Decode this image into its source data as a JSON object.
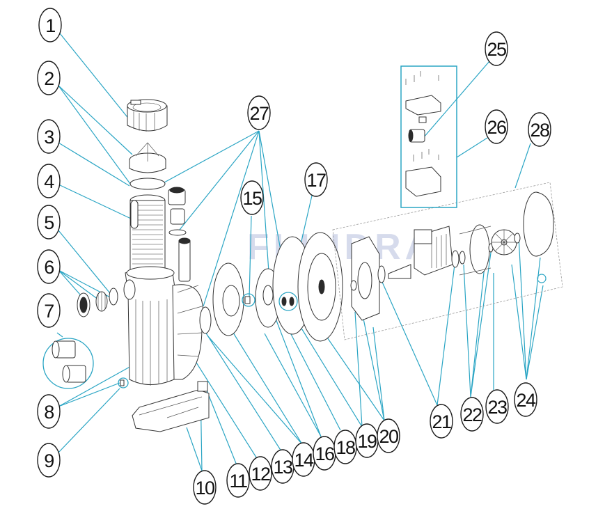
{
  "diagram": {
    "title": "Pool pump exploded parts diagram",
    "watermark": "FLUIDRA",
    "leader_color": "#2aa5c4",
    "callouts": [
      {
        "id": "1",
        "label": "1"
      },
      {
        "id": "2",
        "label": "2"
      },
      {
        "id": "3",
        "label": "3"
      },
      {
        "id": "4",
        "label": "4"
      },
      {
        "id": "5",
        "label": "5"
      },
      {
        "id": "6",
        "label": "6"
      },
      {
        "id": "7",
        "label": "7"
      },
      {
        "id": "8",
        "label": "8"
      },
      {
        "id": "9",
        "label": "9"
      },
      {
        "id": "10",
        "label": "10"
      },
      {
        "id": "11",
        "label": "11"
      },
      {
        "id": "12",
        "label": "12"
      },
      {
        "id": "13",
        "label": "13"
      },
      {
        "id": "14",
        "label": "14"
      },
      {
        "id": "15",
        "label": "15"
      },
      {
        "id": "16",
        "label": "16"
      },
      {
        "id": "17",
        "label": "17"
      },
      {
        "id": "18",
        "label": "18"
      },
      {
        "id": "19",
        "label": "19"
      },
      {
        "id": "20",
        "label": "20"
      },
      {
        "id": "21",
        "label": "21"
      },
      {
        "id": "22",
        "label": "22"
      },
      {
        "id": "23",
        "label": "23"
      },
      {
        "id": "24",
        "label": "24"
      },
      {
        "id": "25",
        "label": "25"
      },
      {
        "id": "26",
        "label": "26"
      },
      {
        "id": "27",
        "label": "27"
      },
      {
        "id": "28",
        "label": "28"
      }
    ]
  }
}
